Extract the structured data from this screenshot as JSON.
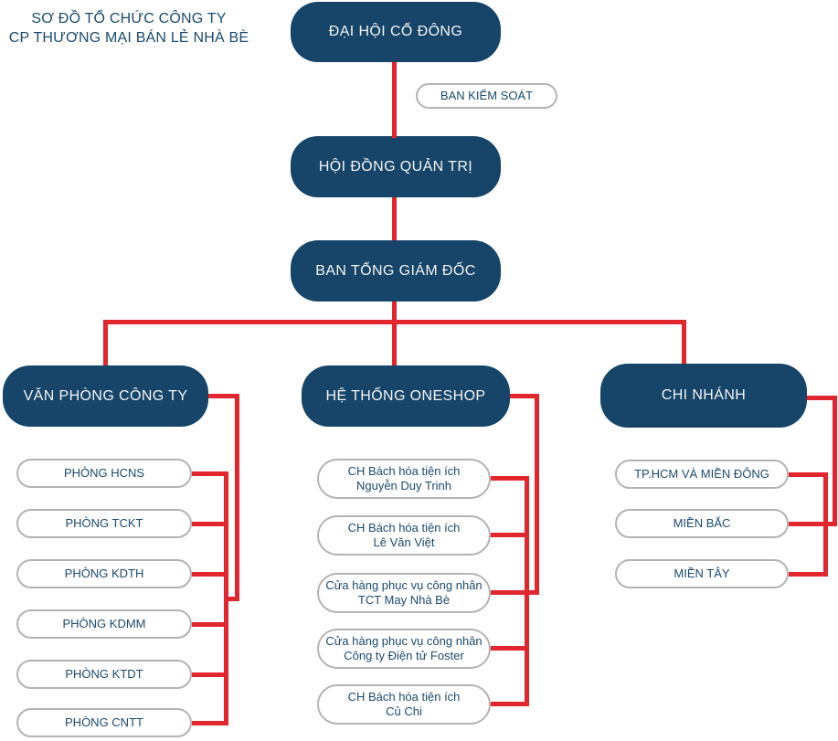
{
  "colors": {
    "background": "#ffffff",
    "node_fill": "#164569",
    "node_text": "#f5f5f5",
    "connector": "#e2262e",
    "pill_border": "#b3b3b3",
    "pill_text": "#1b4a6e",
    "title_text": "#1b4a6e"
  },
  "title": {
    "line1": "SƠ ĐỒ TỔ CHỨC CÔNG TY",
    "line2": "CP THƯƠNG MẠI BÁN LẺ NHÀ BÈ"
  },
  "chain": [
    {
      "label": "ĐẠI HỘI CỔ ĐÔNG"
    },
    {
      "label": "HỘI ĐỒNG QUẢN TRỊ"
    },
    {
      "label": "BAN TỔNG GIÁM ĐỐC"
    }
  ],
  "side_node": {
    "label": "BAN KIỂM SOÁT"
  },
  "branches": [
    {
      "label": "VĂN PHÒNG CÔNG TY",
      "children": [
        {
          "line1": "PHÒNG HCNS"
        },
        {
          "line1": "PHÒNG TCKT"
        },
        {
          "line1": "PHÒNG KDTH"
        },
        {
          "line1": "PHÒNG KDMM"
        },
        {
          "line1": "PHÒNG KTDT"
        },
        {
          "line1": "PHÒNG CNTT"
        }
      ]
    },
    {
      "label": "HỆ THỐNG ONESHOP",
      "children": [
        {
          "line1": "CH Bách hóa tiện ích",
          "line2": "Nguyễn Duy Trinh"
        },
        {
          "line1": "CH Bách hóa tiện ích",
          "line2": "Lê Văn Việt"
        },
        {
          "line1": "Cửa hàng phục vụ công nhân",
          "line2": "TCT May Nhà Bè"
        },
        {
          "line1": "Cửa hàng phục vụ công nhân",
          "line2": "Công ty Điện tử Foster"
        },
        {
          "line1": "CH Bách hóa tiện ích",
          "line2": "Củ Chi"
        }
      ]
    },
    {
      "label": "CHI NHÁNH",
      "children": [
        {
          "line1": "TP.HCM VÀ MIỀN ĐÔNG"
        },
        {
          "line1": "MIỀN BẮC"
        },
        {
          "line1": "MIỀN TÂY"
        }
      ]
    }
  ]
}
